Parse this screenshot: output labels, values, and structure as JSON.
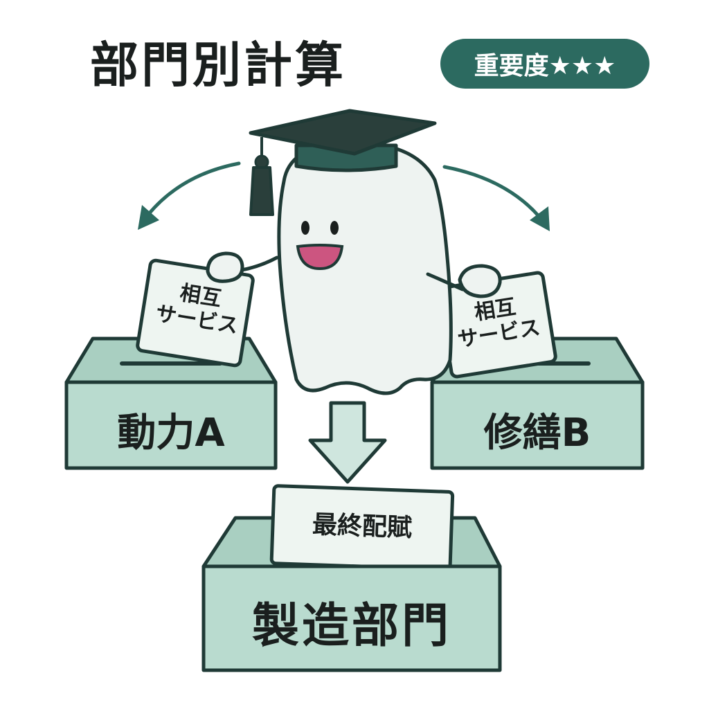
{
  "title": "部門別計算",
  "badge": "重要度★★★",
  "colors": {
    "box_fill": "#b9dbcf",
    "box_face": "#a9cfc1",
    "outline": "#1f3a36",
    "accent": "#2c6a60",
    "card_fill": "#eef5f1",
    "ghost_fill": "#eef3f1",
    "mouth": "#cc5580"
  },
  "left_box": {
    "label": "動力A",
    "card": "相互\nサービス"
  },
  "right_box": {
    "label": "修繕B",
    "card": "相互\nサービス"
  },
  "bottom_box": {
    "label": "製造部門",
    "card": "最終配賦"
  },
  "icons": {
    "character": "ghost-with-graduation-cap",
    "curved_arrows": "curved-arrow-icon",
    "down_arrow": "down-arrow-icon"
  }
}
